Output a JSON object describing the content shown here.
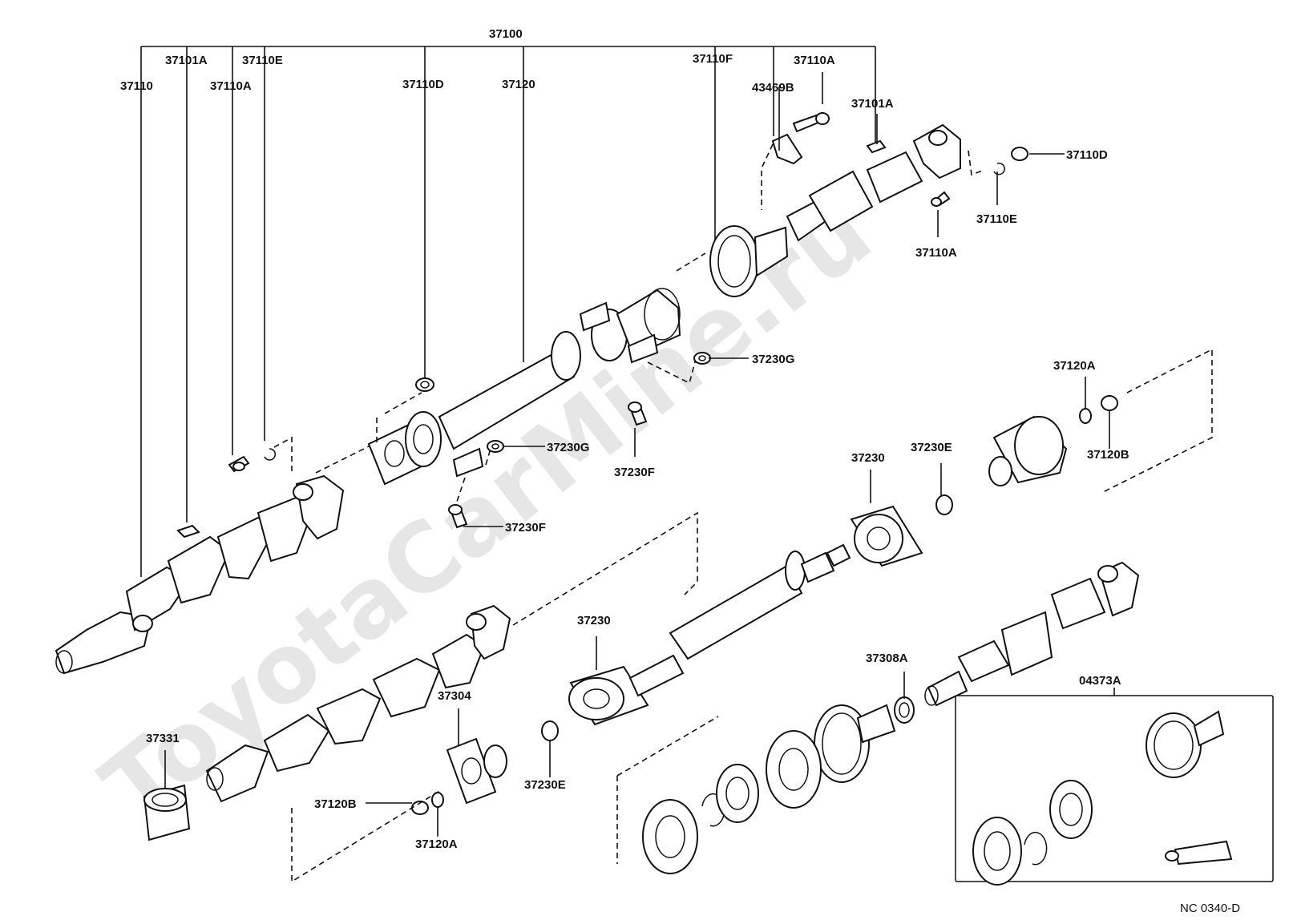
{
  "watermark": "ToyotaCarMine.ru",
  "drawing_code": "NC 0340-D",
  "labels": {
    "l37100": "37100",
    "l37101A_top": "37101A",
    "l37110E_top": "37110E",
    "l37110": "37110",
    "l37110A_left": "37110A",
    "l37110D_mid": "37110D",
    "l37120": "37120",
    "l37110F": "37110F",
    "l37110A_topright": "37110A",
    "l43469B": "43469B",
    "l37101A_right": "37101A",
    "l37110D_right": "37110D",
    "l37110E_right": "37110E",
    "l37110A_right": "37110A",
    "l37230G_top": "37230G",
    "l37230G_mid": "37230G",
    "l37230F_mid": "37230F",
    "l37230F_left": "37230F",
    "l37120A_right": "37120A",
    "l37120B_right": "37120B",
    "l37230E_right": "37230E",
    "l37230_right": "37230",
    "l37230_left": "37230",
    "l37304": "37304",
    "l37331": "37331",
    "l37120B_bottom": "37120B",
    "l37120A_bottom": "37120A",
    "l37230E_bottom": "37230E",
    "l37308A": "37308A",
    "l04373A": "04373A"
  }
}
